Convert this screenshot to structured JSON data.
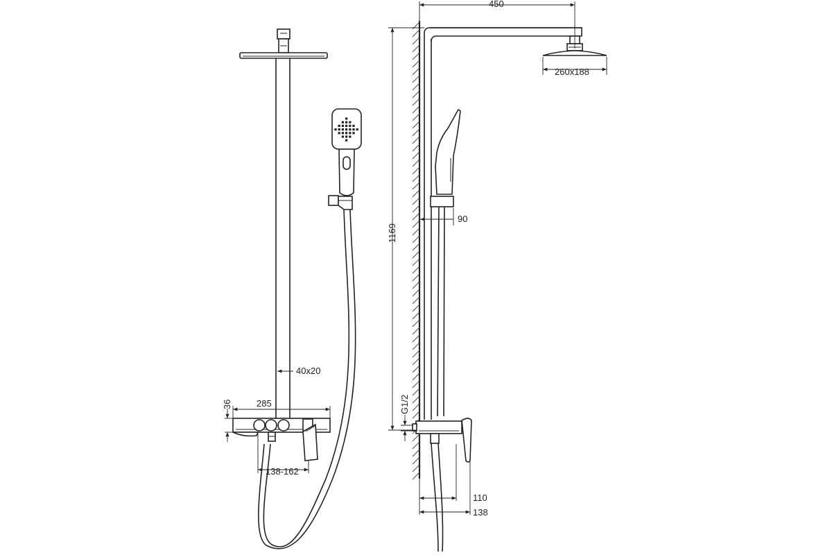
{
  "dimensions": {
    "head_arm_length": "450",
    "head_size": "260x188",
    "total_height": "1169",
    "holder_offset": "90",
    "pipe_section": "40x20",
    "mixer_height": "36",
    "mixer_width": "285",
    "inlet_spacing": "138-162",
    "thread": "G1/2",
    "mixer_depth": "110",
    "spout_depth": "138"
  }
}
